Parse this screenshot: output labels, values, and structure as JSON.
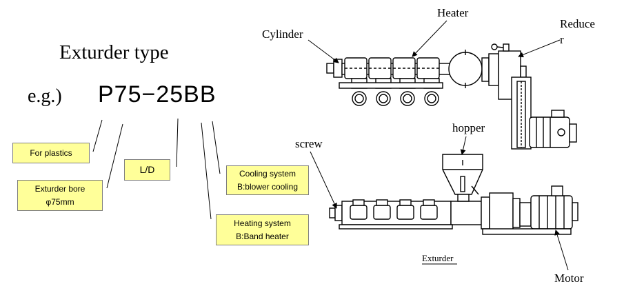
{
  "heading": "Exturder type",
  "example_prefix": "e.g.)",
  "model_code": "P75−25BB",
  "callouts": {
    "for_plastics": "For plastics",
    "bore_line1": "Exturder bore",
    "bore_line2": "φ75mm",
    "ld": "L/D",
    "heating_line1": "Heating system",
    "heating_line2": "B:Band heater",
    "cooling_line1": "Cooling system",
    "cooling_line2": "B:blower cooling"
  },
  "top_view_labels": {
    "cylinder": "Cylinder",
    "heater": "Heater",
    "reducer_line1": "Reduce",
    "reducer_line2": "r"
  },
  "side_view_labels": {
    "screw": "screw",
    "hopper": "hopper",
    "motor": "Motor",
    "caption": "Exturder"
  },
  "colors": {
    "callout_fill": "#ffff99",
    "callout_border": "#7f7f7f",
    "line": "#000000"
  }
}
